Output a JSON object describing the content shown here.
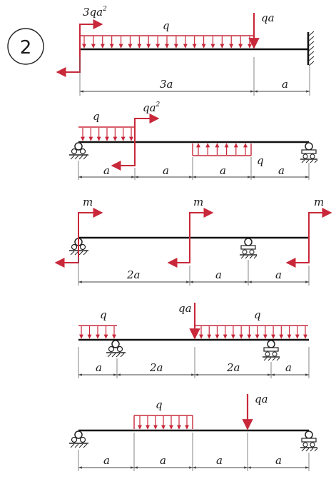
{
  "diagram_number": "2",
  "labels": {
    "q": "q",
    "qa": "qa",
    "m": "m",
    "a": "a",
    "two_a": "2a",
    "three_a": "3a",
    "qa2_base": "qa",
    "qa2_exp": "2",
    "three_qa2_base": "3qa",
    "three_qa2_exp": "2"
  },
  "colors": {
    "load": "#c8283a",
    "beam": "#111111",
    "dimension": "#555555",
    "support": "#222222"
  },
  "icons": {
    "fixed_support": "wall-hatch-icon",
    "pin_support": "pin-support-icon",
    "roller_support": "roller-support-icon"
  }
}
